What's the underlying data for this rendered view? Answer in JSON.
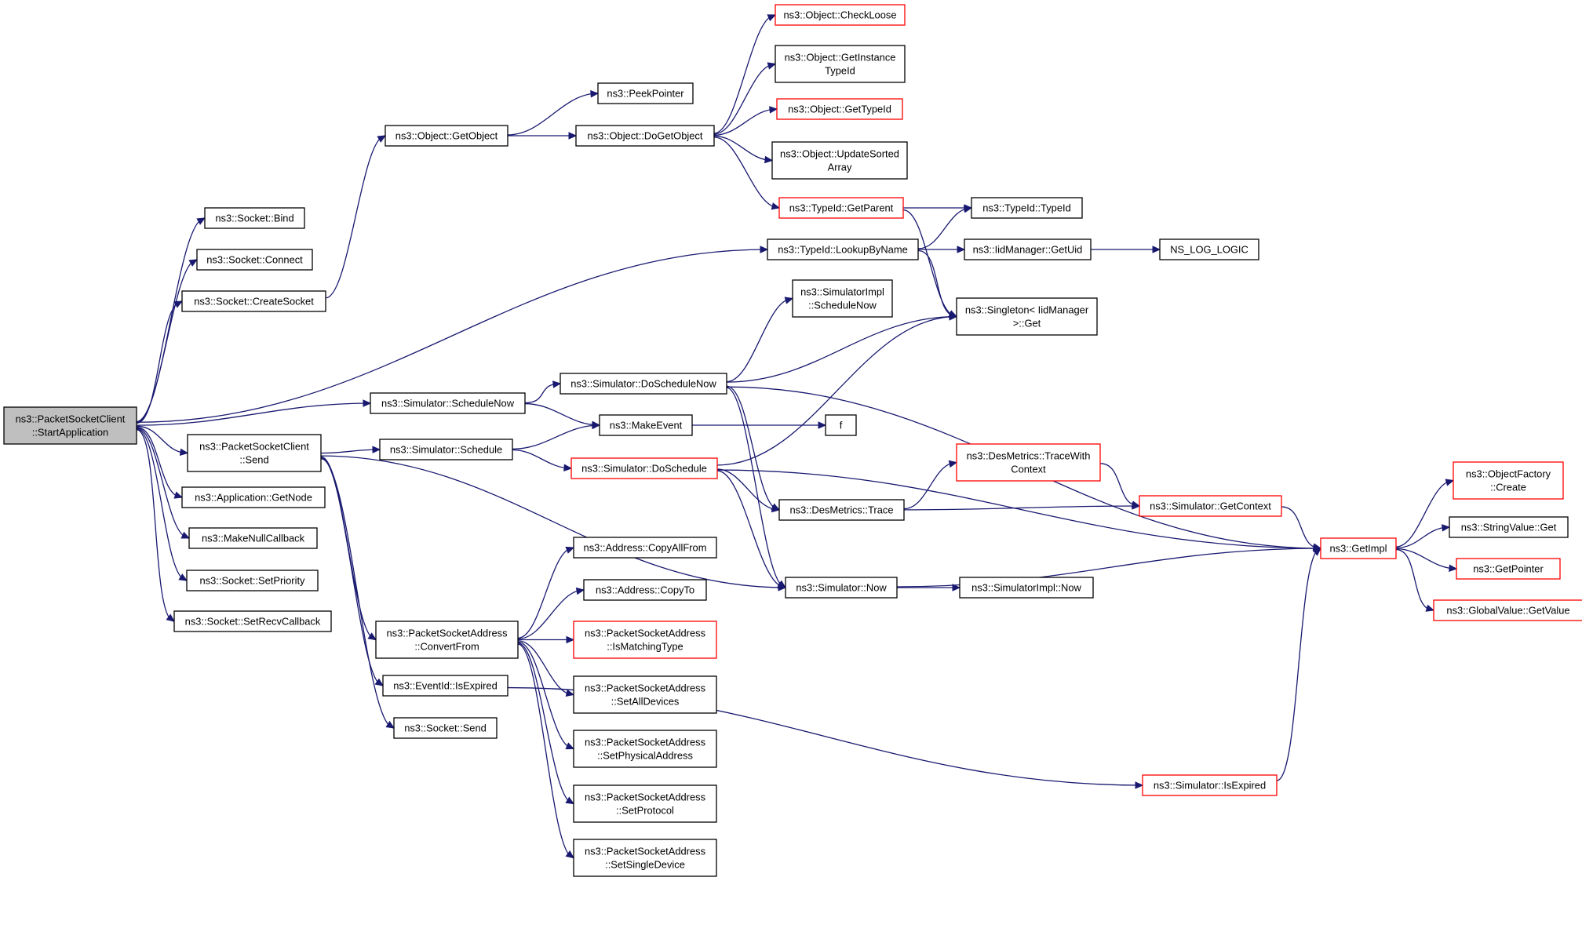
{
  "graph": {
    "title": "",
    "colors": {
      "edge": "#191970",
      "highlight_border": "#ff0000",
      "normal_border": "#000000",
      "root_fill": "#bfbfbf",
      "node_fill": "#ffffff"
    },
    "nodes": [
      {
        "id": "root",
        "lines": [
          "ns3::PacketSocketClient",
          "::StartApplication"
        ],
        "style": "root"
      },
      {
        "id": "bind",
        "lines": [
          "ns3::Socket::Bind"
        ],
        "style": "normal"
      },
      {
        "id": "connect",
        "lines": [
          "ns3::Socket::Connect"
        ],
        "style": "normal"
      },
      {
        "id": "createsocket",
        "lines": [
          "ns3::Socket::CreateSocket"
        ],
        "style": "normal"
      },
      {
        "id": "getobject",
        "lines": [
          "ns3::Object::GetObject"
        ],
        "style": "normal"
      },
      {
        "id": "peekpointer",
        "lines": [
          "ns3::PeekPointer"
        ],
        "style": "normal"
      },
      {
        "id": "dogetobject",
        "lines": [
          "ns3::Object::DoGetObject"
        ],
        "style": "normal"
      },
      {
        "id": "checkloose",
        "lines": [
          "ns3::Object::CheckLoose"
        ],
        "style": "red"
      },
      {
        "id": "getinstancetypeid",
        "lines": [
          "ns3::Object::GetInstance",
          "TypeId"
        ],
        "style": "normal"
      },
      {
        "id": "gettypeid",
        "lines": [
          "ns3::Object::GetTypeId"
        ],
        "style": "red"
      },
      {
        "id": "updatesorted",
        "lines": [
          "ns3::Object::UpdateSorted",
          "Array"
        ],
        "style": "normal"
      },
      {
        "id": "getparent",
        "lines": [
          "ns3::TypeId::GetParent"
        ],
        "style": "red"
      },
      {
        "id": "typeid",
        "lines": [
          "ns3::TypeId::TypeId"
        ],
        "style": "normal"
      },
      {
        "id": "lookupbyname",
        "lines": [
          "ns3::TypeId::LookupByName"
        ],
        "style": "normal"
      },
      {
        "id": "getuid",
        "lines": [
          "ns3::IidManager::GetUid"
        ],
        "style": "normal"
      },
      {
        "id": "nslog",
        "lines": [
          "NS_LOG_LOGIC"
        ],
        "style": "normal"
      },
      {
        "id": "simimplschedulenow",
        "lines": [
          "ns3::SimulatorImpl",
          "::ScheduleNow"
        ],
        "style": "normal"
      },
      {
        "id": "singletonget",
        "lines": [
          "ns3::Singleton< IidManager",
          ">::Get"
        ],
        "style": "normal"
      },
      {
        "id": "doschedulenow",
        "lines": [
          "ns3::Simulator::DoScheduleNow"
        ],
        "style": "normal"
      },
      {
        "id": "schedulenow",
        "lines": [
          "ns3::Simulator::ScheduleNow"
        ],
        "style": "normal"
      },
      {
        "id": "makeevent",
        "lines": [
          "ns3::MakeEvent"
        ],
        "style": "normal"
      },
      {
        "id": "f",
        "lines": [
          "f"
        ],
        "style": "normal"
      },
      {
        "id": "send",
        "lines": [
          "ns3::PacketSocketClient",
          "::Send"
        ],
        "style": "normal"
      },
      {
        "id": "schedule",
        "lines": [
          "ns3::Simulator::Schedule"
        ],
        "style": "normal"
      },
      {
        "id": "doschedule",
        "lines": [
          "ns3::Simulator::DoSchedule"
        ],
        "style": "red"
      },
      {
        "id": "tracewithcontext",
        "lines": [
          "ns3::DesMetrics::TraceWith",
          "Context"
        ],
        "style": "red"
      },
      {
        "id": "desmetricstrace",
        "lines": [
          "ns3::DesMetrics::Trace"
        ],
        "style": "normal"
      },
      {
        "id": "getcontext",
        "lines": [
          "ns3::Simulator::GetContext"
        ],
        "style": "red"
      },
      {
        "id": "getimpl",
        "lines": [
          "ns3::GetImpl"
        ],
        "style": "red"
      },
      {
        "id": "objectfactorycreate",
        "lines": [
          "ns3::ObjectFactory",
          "::Create"
        ],
        "style": "red"
      },
      {
        "id": "stringvalueget",
        "lines": [
          "ns3::StringValue::Get"
        ],
        "style": "normal"
      },
      {
        "id": "getpointer",
        "lines": [
          "ns3::GetPointer"
        ],
        "style": "red"
      },
      {
        "id": "globalvalueget",
        "lines": [
          "ns3::GlobalValue::GetValue"
        ],
        "style": "red"
      },
      {
        "id": "getnode",
        "lines": [
          "ns3::Application::GetNode"
        ],
        "style": "normal"
      },
      {
        "id": "makenullcallback",
        "lines": [
          "ns3::MakeNullCallback"
        ],
        "style": "normal"
      },
      {
        "id": "setpriority",
        "lines": [
          "ns3::Socket::SetPriority"
        ],
        "style": "normal"
      },
      {
        "id": "setrecvcallback",
        "lines": [
          "ns3::Socket::SetRecvCallback"
        ],
        "style": "normal"
      },
      {
        "id": "simnow",
        "lines": [
          "ns3::Simulator::Now"
        ],
        "style": "normal"
      },
      {
        "id": "simimplnow",
        "lines": [
          "ns3::SimulatorImpl::Now"
        ],
        "style": "normal"
      },
      {
        "id": "copyallfrom",
        "lines": [
          "ns3::Address::CopyAllFrom"
        ],
        "style": "normal"
      },
      {
        "id": "copyto",
        "lines": [
          "ns3::Address::CopyTo"
        ],
        "style": "normal"
      },
      {
        "id": "convertfrom",
        "lines": [
          "ns3::PacketSocketAddress",
          "::ConvertFrom"
        ],
        "style": "normal"
      },
      {
        "id": "ismatchingtype",
        "lines": [
          "ns3::PacketSocketAddress",
          "::IsMatchingType"
        ],
        "style": "red"
      },
      {
        "id": "setalldevices",
        "lines": [
          "ns3::PacketSocketAddress",
          "::SetAllDevices"
        ],
        "style": "normal"
      },
      {
        "id": "setphysicaladdress",
        "lines": [
          "ns3::PacketSocketAddress",
          "::SetPhysicalAddress"
        ],
        "style": "normal"
      },
      {
        "id": "setprotocol",
        "lines": [
          "ns3::PacketSocketAddress",
          "::SetProtocol"
        ],
        "style": "normal"
      },
      {
        "id": "setsingledevice",
        "lines": [
          "ns3::PacketSocketAddress",
          "::SetSingleDevice"
        ],
        "style": "normal"
      },
      {
        "id": "eventidisexpired",
        "lines": [
          "ns3::EventId::IsExpired"
        ],
        "style": "normal"
      },
      {
        "id": "socketsend",
        "lines": [
          "ns3::Socket::Send"
        ],
        "style": "normal"
      },
      {
        "id": "simisexpired",
        "lines": [
          "ns3::Simulator::IsExpired"
        ],
        "style": "red"
      }
    ],
    "edges": [
      [
        "root",
        "bind"
      ],
      [
        "root",
        "connect"
      ],
      [
        "root",
        "createsocket"
      ],
      [
        "root",
        "lookupbyname"
      ],
      [
        "root",
        "schedulenow"
      ],
      [
        "root",
        "send"
      ],
      [
        "root",
        "getnode"
      ],
      [
        "root",
        "makenullcallback"
      ],
      [
        "root",
        "setpriority"
      ],
      [
        "root",
        "setrecvcallback"
      ],
      [
        "createsocket",
        "getobject"
      ],
      [
        "getobject",
        "peekpointer"
      ],
      [
        "getobject",
        "dogetobject"
      ],
      [
        "dogetobject",
        "checkloose"
      ],
      [
        "dogetobject",
        "getinstancetypeid"
      ],
      [
        "dogetobject",
        "gettypeid"
      ],
      [
        "dogetobject",
        "updatesorted"
      ],
      [
        "dogetobject",
        "getparent"
      ],
      [
        "getparent",
        "typeid"
      ],
      [
        "getparent",
        "singletonget"
      ],
      [
        "lookupbyname",
        "typeid"
      ],
      [
        "lookupbyname",
        "getuid"
      ],
      [
        "lookupbyname",
        "singletonget"
      ],
      [
        "getuid",
        "nslog"
      ],
      [
        "schedulenow",
        "doschedulenow"
      ],
      [
        "schedulenow",
        "makeevent"
      ],
      [
        "doschedulenow",
        "simimplschedulenow"
      ],
      [
        "doschedulenow",
        "singletonget"
      ],
      [
        "doschedulenow",
        "getimpl"
      ],
      [
        "doschedulenow",
        "desmetricstrace"
      ],
      [
        "doschedulenow",
        "simnow"
      ],
      [
        "makeevent",
        "f"
      ],
      [
        "send",
        "schedule"
      ],
      [
        "send",
        "simnow"
      ],
      [
        "send",
        "convertfrom"
      ],
      [
        "send",
        "eventidisexpired"
      ],
      [
        "send",
        "socketsend"
      ],
      [
        "schedule",
        "makeevent"
      ],
      [
        "schedule",
        "doschedule"
      ],
      [
        "doschedule",
        "singletonget"
      ],
      [
        "doschedule",
        "desmetricstrace"
      ],
      [
        "doschedule",
        "getimpl"
      ],
      [
        "doschedule",
        "simnow"
      ],
      [
        "desmetricstrace",
        "tracewithcontext"
      ],
      [
        "desmetricstrace",
        "getcontext"
      ],
      [
        "tracewithcontext",
        "getcontext"
      ],
      [
        "getcontext",
        "getimpl"
      ],
      [
        "getimpl",
        "objectfactorycreate"
      ],
      [
        "getimpl",
        "stringvalueget"
      ],
      [
        "getimpl",
        "getpointer"
      ],
      [
        "getimpl",
        "globalvalueget"
      ],
      [
        "simnow",
        "simimplnow"
      ],
      [
        "simnow",
        "getimpl"
      ],
      [
        "convertfrom",
        "copyallfrom"
      ],
      [
        "convertfrom",
        "copyto"
      ],
      [
        "convertfrom",
        "ismatchingtype"
      ],
      [
        "convertfrom",
        "setalldevices"
      ],
      [
        "convertfrom",
        "setphysicaladdress"
      ],
      [
        "convertfrom",
        "setprotocol"
      ],
      [
        "convertfrom",
        "setsingledevice"
      ],
      [
        "eventidisexpired",
        "simisexpired"
      ],
      [
        "simisexpired",
        "getimpl"
      ]
    ]
  }
}
